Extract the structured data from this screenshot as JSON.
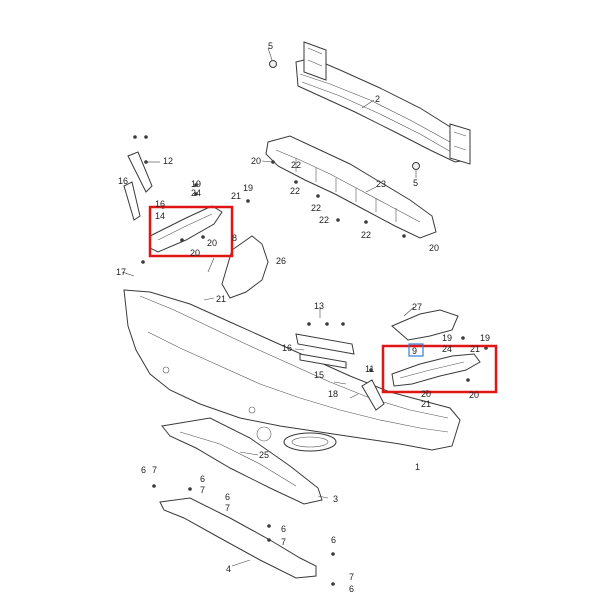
{
  "highlight_colors": {
    "primary": "#e01515",
    "secondary": "#2f7fd8"
  },
  "callouts": [
    {
      "id": "c5a",
      "label": "5"
    },
    {
      "id": "c2",
      "label": "2"
    },
    {
      "id": "c12",
      "label": "12"
    },
    {
      "id": "c16a",
      "label": "16"
    },
    {
      "id": "c20a",
      "label": "20"
    },
    {
      "id": "c22a",
      "label": "22"
    },
    {
      "id": "c23",
      "label": "23"
    },
    {
      "id": "c5b",
      "label": "5"
    },
    {
      "id": "c19a",
      "label": "19"
    },
    {
      "id": "c24a",
      "label": "24"
    },
    {
      "id": "c21a",
      "label": "21"
    },
    {
      "id": "c19b",
      "label": "19"
    },
    {
      "id": "c16b",
      "label": "16"
    },
    {
      "id": "c22b",
      "label": "22"
    },
    {
      "id": "c22c",
      "label": "22"
    },
    {
      "id": "c22d",
      "label": "22"
    },
    {
      "id": "c22e",
      "label": "22"
    },
    {
      "id": "c20b",
      "label": "20"
    },
    {
      "id": "c14",
      "label": "14"
    },
    {
      "id": "c20c",
      "label": "20"
    },
    {
      "id": "c8",
      "label": "8"
    },
    {
      "id": "c20d",
      "label": "20"
    },
    {
      "id": "c26",
      "label": "26"
    },
    {
      "id": "c17",
      "label": "17"
    },
    {
      "id": "c21b",
      "label": "21"
    },
    {
      "id": "c13",
      "label": "13"
    },
    {
      "id": "c27",
      "label": "27"
    },
    {
      "id": "c16c",
      "label": "16"
    },
    {
      "id": "c15",
      "label": "15"
    },
    {
      "id": "c19c",
      "label": "19"
    },
    {
      "id": "c24b",
      "label": "24"
    },
    {
      "id": "c21c",
      "label": "21"
    },
    {
      "id": "c19d",
      "label": "19"
    },
    {
      "id": "c9",
      "label": "9"
    },
    {
      "id": "c11",
      "label": "11"
    },
    {
      "id": "c18",
      "label": "18"
    },
    {
      "id": "c20e",
      "label": "20"
    },
    {
      "id": "c21d",
      "label": "21"
    },
    {
      "id": "c20f",
      "label": "20"
    },
    {
      "id": "c25",
      "label": "25"
    },
    {
      "id": "c1",
      "label": "1"
    },
    {
      "id": "c6a",
      "label": "6"
    },
    {
      "id": "c7a",
      "label": "7"
    },
    {
      "id": "c6b",
      "label": "6"
    },
    {
      "id": "c7b",
      "label": "7"
    },
    {
      "id": "c6c",
      "label": "6"
    },
    {
      "id": "c7c",
      "label": "7"
    },
    {
      "id": "c3",
      "label": "3"
    },
    {
      "id": "c6d",
      "label": "6"
    },
    {
      "id": "c7d",
      "label": "7"
    },
    {
      "id": "c6e",
      "label": "6"
    },
    {
      "id": "c4",
      "label": "4"
    },
    {
      "id": "c7e",
      "label": "7"
    },
    {
      "id": "c6f",
      "label": "6"
    }
  ]
}
